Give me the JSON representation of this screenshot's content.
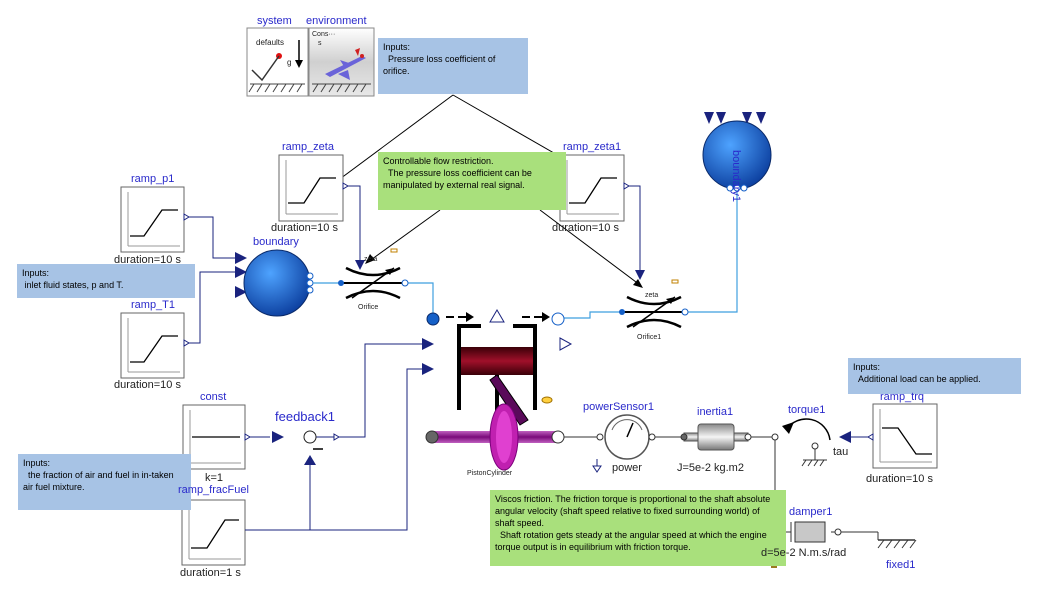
{
  "labels": {
    "system": "system",
    "environment": "environment",
    "defaults": "defaults",
    "g": "g",
    "cons": "Cons···",
    "s": "s",
    "ramp_zeta": "ramp_zeta",
    "ramp_zeta_duration": "duration=10 s",
    "ramp_zeta1": "ramp_zeta1",
    "ramp_zeta1_duration": "duration=10 s",
    "ramp_p1": "ramp_p1",
    "ramp_p1_duration": "duration=10 s",
    "ramp_T1": "ramp_T1",
    "ramp_T1_duration": "duration=10 s",
    "boundary": "boundary",
    "boundary1": "boundary1",
    "zeta": "zeta",
    "zeta1": "zeta",
    "orifice": "Orifice",
    "orifice1": "Orifice1",
    "const": "const",
    "const_k": "k=1",
    "feedback1": "feedback1",
    "ramp_fracFuel": "ramp_fracFuel",
    "ramp_fracFuel_duration": "duration=1 s",
    "pistonCylinder": "PistonCylinder",
    "powerSensor1": "powerSensor1",
    "power": "power",
    "inertia1": "inertia1",
    "inertia_J": "J=5e-2 kg.m2",
    "torque1": "torque1",
    "tau": "tau",
    "ramp_trq": "ramp_trq",
    "ramp_trq_duration": "duration=10 s",
    "damper1": "damper1",
    "damper_d": "d=5e-2 N.m.s/rad",
    "fixed1": "fixed1"
  },
  "notes": {
    "orifice_inputs": "Inputs:\n  Pressure loss coefficient of orifice.",
    "flow_restriction": "Controllable flow restriction.\n  The pressure loss coefficient can be manipulated by external real signal.",
    "inlet_inputs": "Inputs:\n inlet fluid states, p and T.",
    "load_inputs": "Inputs:\n  Additional load can be applied.",
    "fraction_inputs": "Inputs:\n  the fraction of air and fuel in in-taken air fuel mixture.",
    "friction": "Viscos friction. The friction torque is proportional to the shaft absolute angular velocity (shaft speed relative to fixed surrounding world) of shaft speed.\n  Shaft rotation gets steady at the angular speed at which the engine torque output is in equilibrium with friction torque."
  },
  "colors": {
    "label_blue": "#2a2acb",
    "note_blue": "#a7c3e5",
    "note_green": "#a9e07c",
    "wire_blue": "#1a237e",
    "fluid_wire": "#3f9fdf",
    "boundary_fill": "#1560c8",
    "piston_shaft": "#8b1a8b"
  },
  "icons": [
    "ramp-icon",
    "constant-icon",
    "feedback-icon",
    "orifice-icon",
    "fluid-boundary-icon",
    "piston-cylinder-icon",
    "power-sensor-icon",
    "inertia-icon",
    "torque-icon",
    "damper-icon",
    "fixed-icon",
    "airplane-icon"
  ]
}
